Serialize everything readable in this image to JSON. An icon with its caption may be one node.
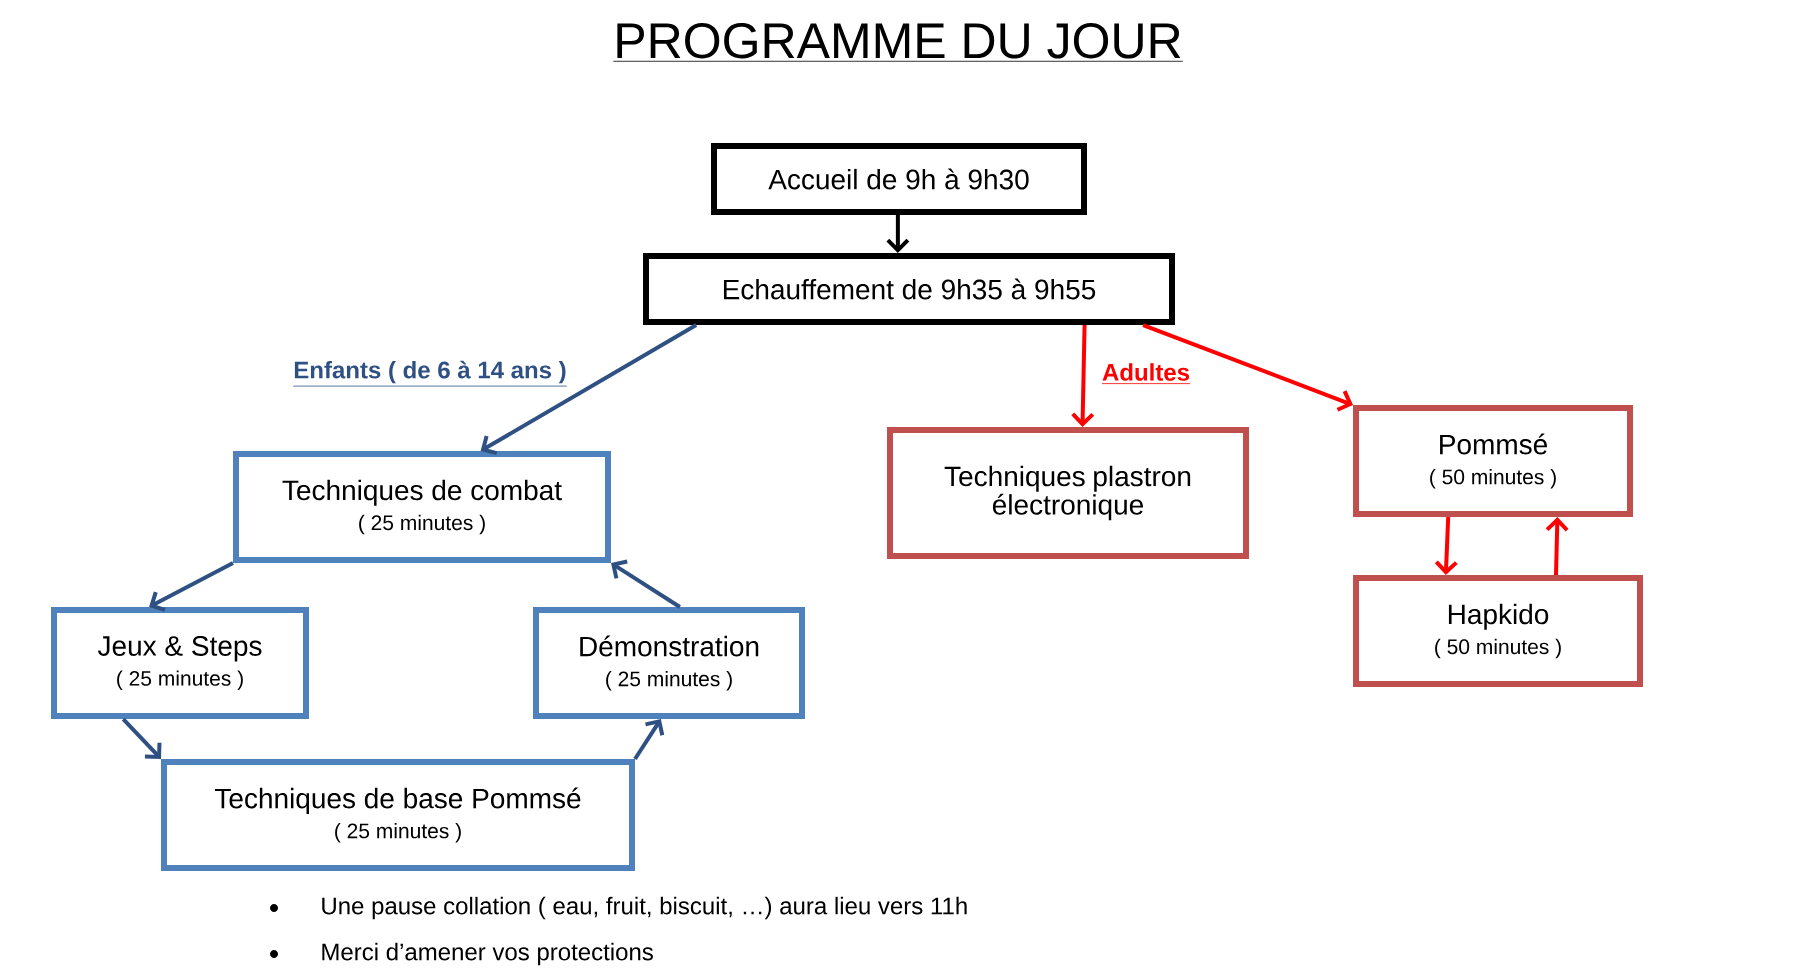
{
  "diagram": {
    "title": "PROGRAMME DU JOUR",
    "nodes": [
      {
        "text": [
          "Accueil de 9h à 9h30"
        ]
      },
      {
        "text": [
          "Echauffement de 9h35 à 9h55"
        ]
      },
      {
        "text": [
          "Techniques de combat",
          "( 25 minutes )"
        ]
      },
      {
        "text": [
          "Jeux & Steps",
          "( 25 minutes )"
        ]
      },
      {
        "text": [
          "Démonstration",
          "( 25 minutes )"
        ]
      },
      {
        "text": [
          "Techniques de base Pommsé",
          "( 25 minutes )"
        ]
      },
      {
        "text": [
          "Techniques plastron électronique"
        ]
      },
      {
        "text": [
          "Pommsé",
          "( 50 minutes )"
        ]
      },
      {
        "text": [
          "Hapkido",
          "( 50 minutes )"
        ]
      }
    ],
    "edges": [
      {
        "from": 0,
        "to": 1,
        "arrow": "to",
        "color": "#000000"
      },
      {
        "from": 1,
        "to": 2,
        "arrow": "to",
        "label": "Enfants ( de 6 à 14 ans )",
        "color": "#2f5083"
      },
      {
        "from": 1,
        "to": 6,
        "arrow": "to",
        "label": "Adultes",
        "color": "#ff0000"
      },
      {
        "from": 1,
        "to": 7,
        "arrow": "to",
        "color": "#ff0000"
      },
      {
        "from": 2,
        "to": 3,
        "arrow": "to",
        "color": "#2f5083"
      },
      {
        "from": 3,
        "to": 5,
        "arrow": "to",
        "color": "#2f5083"
      },
      {
        "from": 5,
        "to": 4,
        "arrow": "to",
        "color": "#2f5083"
      },
      {
        "from": 4,
        "to": 2,
        "arrow": "to",
        "color": "#2f5083"
      },
      {
        "from": 7,
        "to": 8,
        "arrow": "to",
        "color": "#ff0000"
      },
      {
        "from": 8,
        "to": 7,
        "arrow": "to",
        "color": "#ff0000"
      }
    ],
    "labels": [
      "Une pause collation ( eau, fruit, biscuit, …)  aura lieu vers 11h",
      "Merci d’amener vos protections"
    ]
  }
}
